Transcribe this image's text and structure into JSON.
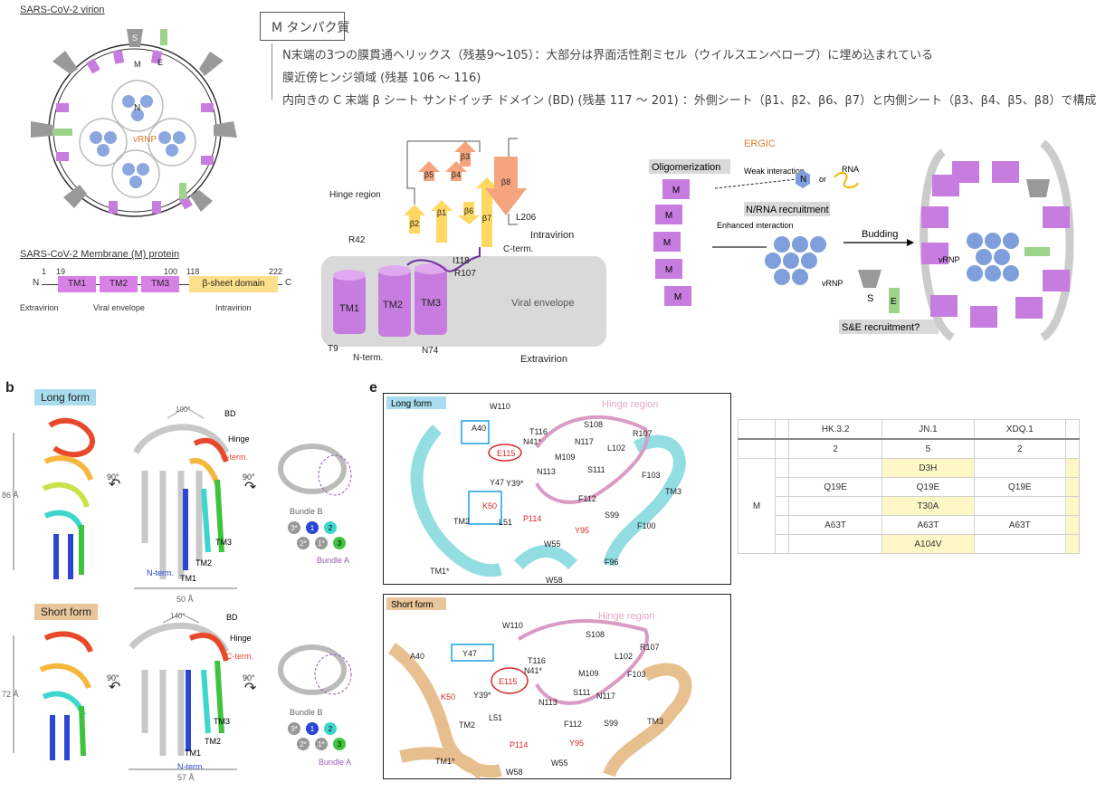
{
  "virion": {
    "title": "SARS-CoV-2 virion",
    "labels": {
      "s": "S",
      "m": "M",
      "e": "E",
      "n": "N",
      "vrnp": "vRNP"
    }
  },
  "mprotein": {
    "title": "SARS-CoV-2 Membrane (M) protein",
    "positions": [
      "1",
      "19",
      "100",
      "118",
      "222"
    ],
    "n_label": "N",
    "c_label": "C",
    "domains": [
      "TM1",
      "TM2",
      "TM3",
      "β-sheet domain"
    ],
    "regions": [
      "Extravirion",
      "Viral envelope",
      "Intravirion"
    ],
    "domain_colors": {
      "tm": "#d980e6",
      "beta": "#ffe08a"
    }
  },
  "jp_box": {
    "title": "M タンパク質",
    "lines": [
      "N末端の3つの膜貫通へリックス（残基9～105）：大部分は界面活性剤ミセル（ウイルスエンベロープ）に埋め込まれている",
      "膜近傍ヒンジ領域 (残基 106 ～ 116)",
      "内向きの C 末端 β シート サンドイッチ ドメイン (BD) (残基 117 ～ 201) ：外側シート（β1、β2、β6、β7）と内側シート（β3、β4、β5、β8）で構成"
    ]
  },
  "topology": {
    "strands": [
      "β5",
      "β4",
      "β3",
      "β2",
      "β1",
      "β6",
      "β7",
      "β8"
    ],
    "helices": [
      "TM1",
      "TM2",
      "TM3"
    ],
    "labels": [
      "Hinge region",
      "R42",
      "L206",
      "Intravirion",
      "C-term.",
      "I118",
      "R107",
      "Viral envelope",
      "T9",
      "N-term.",
      "N74",
      "Extravirion"
    ]
  },
  "ergic": {
    "title": "ERGIC",
    "labels": [
      "Oligomerization",
      "Weak interaction",
      "or",
      "RNA",
      "N/RNA recruitment",
      "Enhanced interaction",
      "vRNP",
      "Budding",
      "S&E recruitment?",
      "vRNP"
    ],
    "letters": {
      "m": "M",
      "n": "N",
      "s": "S",
      "e": "E"
    }
  },
  "panel_b": {
    "letter": "b",
    "long_form": "Long form",
    "short_form": "Short form",
    "long_labels": [
      "100°",
      "BD",
      "Hinge",
      "C-term.",
      "TM3",
      "TM2",
      "TM1",
      "N-term.",
      "86 Å",
      "50 Å",
      "90°",
      "90°",
      "Bundle B",
      "Bundle A"
    ],
    "short_labels": [
      "140°",
      "BD",
      "Hinge",
      "C-term.",
      "TM3",
      "TM2",
      "TM1",
      "N-term.",
      "72 Å",
      "57 Å",
      "90°",
      "90°",
      "Bundle B",
      "Bundle A"
    ],
    "bundle_nums": [
      "3*",
      "2*",
      "1*",
      "1",
      "2",
      "3"
    ]
  },
  "panel_e": {
    "letter": "e",
    "long_form": "Long form",
    "short_form": "Short form",
    "hinge": "Hinge region",
    "long_residues": [
      "W110",
      "A40",
      "T116",
      "N41*",
      "S108",
      "N117",
      "R107",
      "L102",
      "E115",
      "M109",
      "N113",
      "S111",
      "F103",
      "Y47",
      "Y39*",
      "F112",
      "S99",
      "TM3",
      "K50",
      "L51",
      "P114",
      "Y95",
      "F100",
      "TM2",
      "W55",
      "F96",
      "TM1*",
      "W58"
    ],
    "short_residues": [
      "W110",
      "S108",
      "R107",
      "A40",
      "Y47",
      "T116",
      "L102",
      "N41*",
      "M109",
      "F103",
      "E115",
      "K50",
      "Y39*",
      "N113",
      "N117",
      "S111",
      "TM2",
      "L51",
      "F112",
      "S99",
      "TM3",
      "P114",
      "Y95",
      "TM1*",
      "W55",
      "W58"
    ]
  },
  "variants": {
    "columns": [
      "HK.3.2",
      "JN.1",
      "XDQ.1"
    ],
    "counts": [
      "2",
      "5",
      "2"
    ],
    "gene": "M",
    "rows": [
      [
        "",
        "D3H",
        ""
      ],
      [
        "Q19E",
        "Q19E",
        "Q19E"
      ],
      [
        "",
        "T30A",
        ""
      ],
      [
        "A63T",
        "A63T",
        "A63T"
      ],
      [
        "",
        "A104V",
        ""
      ]
    ],
    "highlight_color": "#fff8c6"
  }
}
